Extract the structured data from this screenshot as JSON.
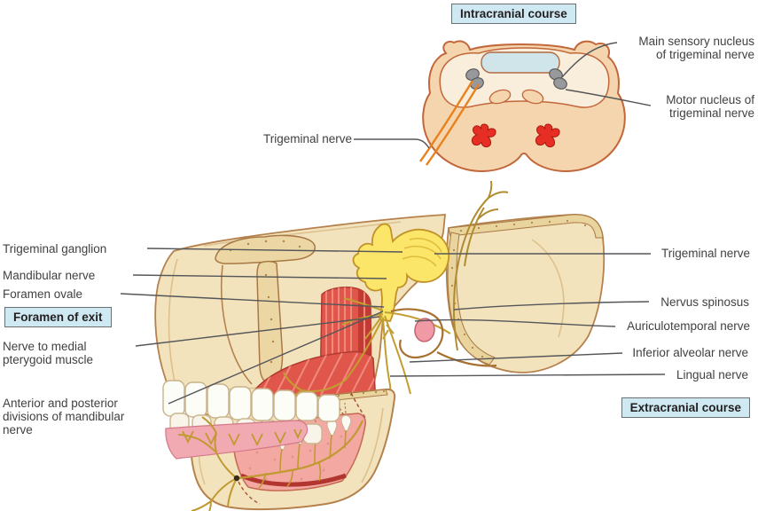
{
  "figure": {
    "boxes": {
      "intracranial": "Intracranial course",
      "foramen_of_exit": "Foramen of exit",
      "extracranial": "Extracranial course"
    },
    "labels": {
      "main_sensory_nucleus": [
        "Main sensory nucleus",
        "of trigeminal nerve"
      ],
      "motor_nucleus": [
        "Motor nucleus of",
        "trigeminal nerve"
      ],
      "trigeminal_nerve_pons": "Trigeminal nerve",
      "trigeminal_ganglion": "Trigeminal ganglion",
      "mandibular_nerve": "Mandibular nerve",
      "foramen_ovale": "Foramen ovale",
      "nerve_to_medial_pterygoid": [
        "Nerve to medial",
        "pterygoid muscle"
      ],
      "anterior_posterior_divisions": [
        "Anterior and posterior",
        "divisions of mandibular",
        "nerve"
      ],
      "trigeminal_nerve": "Trigeminal nerve",
      "nervus_spinosus": "Nervus spinosus",
      "auriculotemporal_nerve": "Auriculotemporal nerve",
      "inferior_alveolar_nerve": "Inferior alveolar nerve",
      "lingual_nerve": "Lingual nerve"
    },
    "colors": {
      "label_box_bg": "#cfe9f2",
      "label_box_border": "#6d6e71",
      "leader_line": "#55565a",
      "bone": "#f2e3bd",
      "bone_outline": "#b5824e",
      "bone_cut": "#ead49e",
      "pons_body": "#f5d5ad",
      "pons_outline": "#c2673b",
      "ventricle_blue": "#cfe5ea",
      "nucleus_gray": "#98999b",
      "red_nucleus": "#e62e24",
      "nerve_orange": "#e8821e",
      "ganglion_yellow": "#fbe669",
      "nerve_yellow": "#c29e30",
      "muscle_red": "#e0564a",
      "muscle_stripe": "#ef8a7c",
      "marrow_pink": "#f3a8a2",
      "gum_pink": "#f1a9b2",
      "artery_pink": "#f09aa6",
      "tooth_white": "#fdfdf8"
    }
  }
}
